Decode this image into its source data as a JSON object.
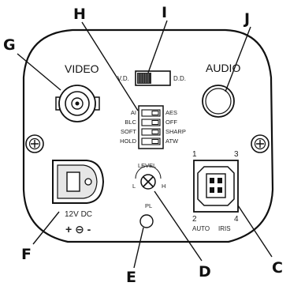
{
  "panel": {
    "video_label": "VIDEO",
    "audio_label": "AUDIO",
    "vd_label": "V.D.",
    "dd_label": "D.D.",
    "level_label": "LEVEL",
    "level_low": "L",
    "level_high": "H",
    "pl_label": "PL",
    "power_label": "12V DC",
    "polarity": "+ ⊖ -",
    "iris_pin_1": "1",
    "iris_pin_2": "2",
    "iris_pin_3": "3",
    "iris_pin_4": "4",
    "iris_auto": "AUTO",
    "iris_iris": "IRIS"
  },
  "dip_switches": {
    "left": [
      "AI",
      "BLC",
      "SOFT",
      "HOLD"
    ],
    "right": [
      "AES",
      "OFF",
      "SHARP",
      "ATW"
    ]
  },
  "callouts": {
    "A_G": "G",
    "A_H": "H",
    "A_I": "I",
    "A_J": "J",
    "A_F": "F",
    "A_E": "E",
    "A_D": "D",
    "A_C": "C"
  },
  "colors": {
    "line": "#111111",
    "panel_fill": "#ffffff",
    "switch_dark": "#2a2a2a",
    "terminal_fill": "#e6e6e6"
  }
}
